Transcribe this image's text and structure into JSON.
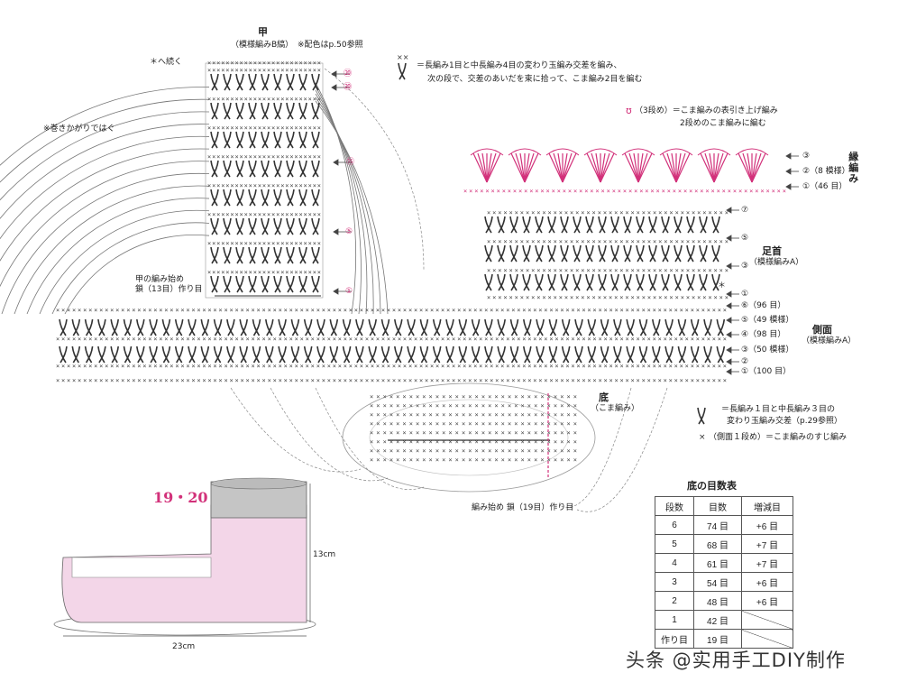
{
  "header": {
    "title": "甲",
    "subtitle": "（模様編みB縞）",
    "color_note": "※配色はp.50参照"
  },
  "notes": {
    "continue": "＊へ続く",
    "wrap": "※巻きかがりではぐ",
    "start_instep": "甲の編み始め",
    "start_chain": "鎖（13目）作り目",
    "start_bottom": "編み始め 鎖（19目）作り目"
  },
  "legend": {
    "sym1_line1": "＝長編み1目と中長編み4目の変わり玉編み交差を編み、",
    "sym1_line2": "次の段で、交差のあいだを束に拾って、こま編み2目を編む",
    "sym2_prefix": "（3段め）＝こま編みの表引き上げ編み",
    "sym2_line2": "2段めのこま編みに編む",
    "sym3_line1": "＝長編み１目と中長編み３目の",
    "sym3_line2": "変わり玉編み交差（p.29参照）",
    "sym4": "（側面１段め）＝こま編みのすじ編み"
  },
  "border": {
    "label": "縁編み",
    "rows": [
      "③",
      "②（8 模様）",
      "①（46 目）"
    ]
  },
  "ankle": {
    "label": "足首",
    "sublabel": "（模様編みA）",
    "rows": [
      "⑦",
      "⑤",
      "③",
      "①"
    ],
    "star": "＊"
  },
  "side": {
    "label": "側面",
    "sublabel": "（模様編みA）",
    "rows": [
      "⑥（96 目）",
      "⑤（49 模様）",
      "④（98 目）",
      "③（50 模様）",
      "②",
      "①（100 目）"
    ]
  },
  "instep_rows": [
    "⑳",
    "⑳",
    "⑮",
    "⑤",
    "①"
  ],
  "bottom": {
    "label": "底",
    "sublabel": "（こま編み）"
  },
  "figure": {
    "title": "19・20",
    "height_label": "13cm",
    "length_label": "23cm",
    "colors": {
      "top": "#c5c5c5",
      "body": "#f3d6e8",
      "accent": "#d2317a"
    }
  },
  "count_table": {
    "title": "底の目数表",
    "headers": [
      "段数",
      "目数",
      "増減目"
    ],
    "rows": [
      [
        "6",
        "74 目",
        "+6 目"
      ],
      [
        "5",
        "68 目",
        "+7 目"
      ],
      [
        "4",
        "61 目",
        "+7 目"
      ],
      [
        "3",
        "54 目",
        "+6 目"
      ],
      [
        "2",
        "48 目",
        "+6 目"
      ],
      [
        "1",
        "42 目",
        ""
      ],
      [
        "作り目",
        "19 目",
        ""
      ]
    ]
  },
  "watermark": "头条 @实用手工DIY制作"
}
